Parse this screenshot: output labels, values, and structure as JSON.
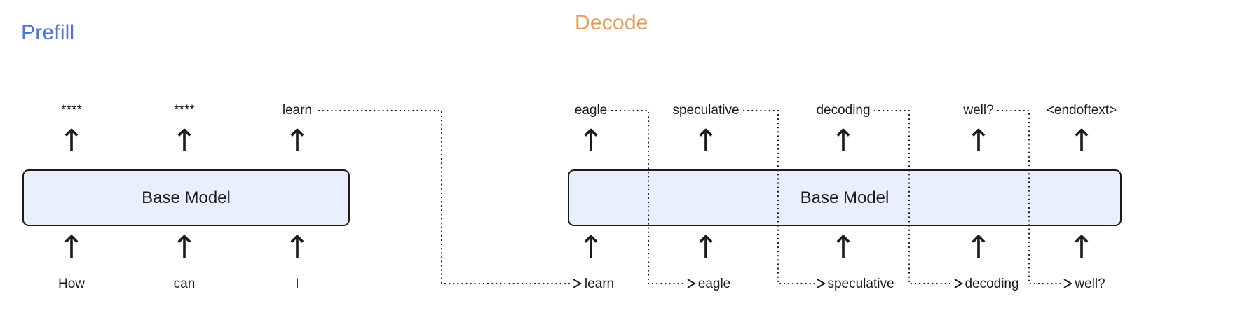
{
  "colors": {
    "prefill_label": "#4f76d6",
    "decode_label": "#e99a58",
    "box_fill": "#e9effc",
    "box_border": "#1b1b1b",
    "text": "#1a1a1a"
  },
  "icons": {
    "up_arrow": "↑"
  },
  "prefill": {
    "label": "Prefill",
    "model_label": "Base Model",
    "outputs": [
      "****",
      "****",
      "learn"
    ],
    "inputs": [
      "How",
      "can",
      "I"
    ]
  },
  "decode": {
    "label": "Decode",
    "model_label": "Base Model",
    "outputs": [
      "eagle",
      "speculative",
      "decoding",
      "well?",
      "<endoftext>"
    ],
    "inputs": [
      "learn",
      "eagle",
      "speculative",
      "decoding",
      "well?"
    ]
  }
}
